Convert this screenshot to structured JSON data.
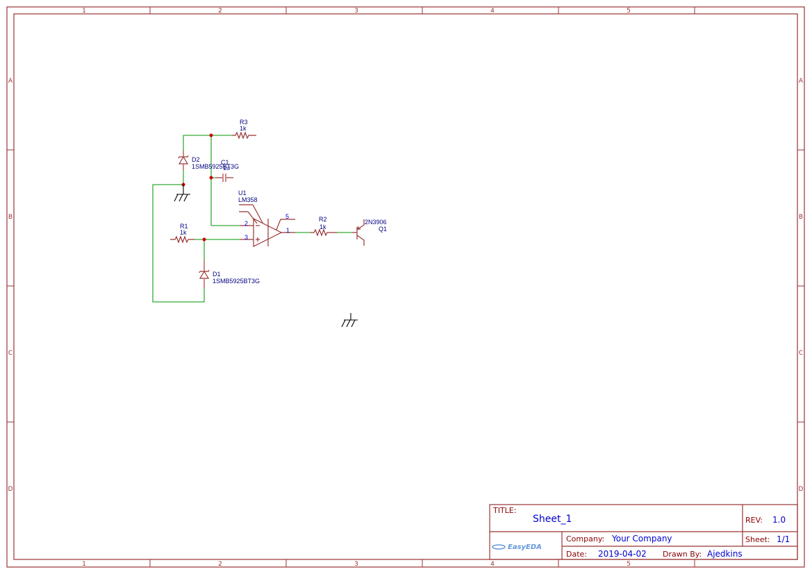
{
  "frame": {
    "columns": [
      "1",
      "2",
      "3",
      "4",
      "5"
    ],
    "rows": [
      "A",
      "B",
      "C",
      "D"
    ]
  },
  "components": {
    "R3": {
      "ref": "R3",
      "value": "1k"
    },
    "R1": {
      "ref": "R1",
      "value": "1k"
    },
    "R2": {
      "ref": "R2",
      "value": "1k"
    },
    "C1": {
      "ref": "C1",
      "value": "1u"
    },
    "D1": {
      "ref": "D1",
      "value": "1SMB5925BT3G"
    },
    "D2": {
      "ref": "D2",
      "value": "1SMB5925BT3G"
    },
    "U1": {
      "ref": "U1",
      "value": "LM358",
      "pins": {
        "inv": "2",
        "noninv": "3",
        "out": "1",
        "pwr": "5"
      }
    },
    "Q1": {
      "ref": "Q1",
      "value": "2N3906"
    }
  },
  "title_block": {
    "title_label": "TITLE:",
    "title": "Sheet_1",
    "rev_label": "REV:",
    "rev": "1.0",
    "company_label": "Company:",
    "company": "Your Company",
    "sheet_label": "Sheet:",
    "sheet": "1/1",
    "date_label": "Date:",
    "date": "2019-04-02",
    "drawn_label": "Drawn By:",
    "drawn_by": "Ajedkins",
    "logo": "EasyEDA"
  }
}
